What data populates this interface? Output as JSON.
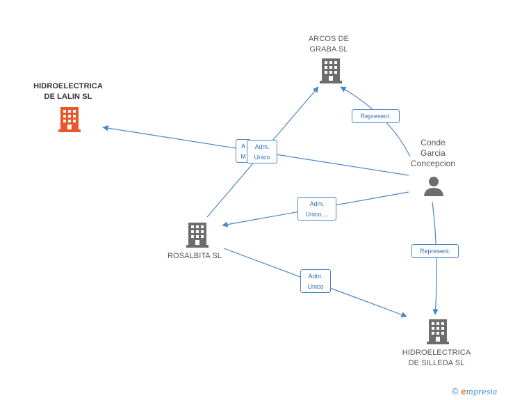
{
  "nodes": {
    "hidroelectrica_lalin": {
      "label": "HIDROELECTRICA\nDE LALIN SL",
      "type": "company",
      "color": "#e8582a"
    },
    "arcos_graba": {
      "label": "ARCOS DE\nGRABA SL",
      "type": "company",
      "color": "#6d6d6d"
    },
    "conde_garcia": {
      "label": "Conde\nGarcia\nConcepcion",
      "type": "person",
      "color": "#6d6d6d"
    },
    "rosalbita": {
      "label": "ROSALBITA  SL",
      "type": "company",
      "color": "#6d6d6d"
    },
    "hidroelectrica_silleda": {
      "label": "HIDROELECTRICA\nDE SILLEDA SL",
      "type": "company",
      "color": "#6d6d6d"
    }
  },
  "edges": {
    "conde_to_lalin": {
      "label": "A\nM",
      "from": "conde_garcia",
      "to": "hidroelectrica_lalin"
    },
    "rosalbita_to_arcos": {
      "label": "Adm.\nUnico",
      "from": "rosalbita",
      "to": "arcos_graba"
    },
    "conde_to_arcos": {
      "label": "Represent.",
      "from": "conde_garcia",
      "to": "arcos_graba"
    },
    "conde_to_rosalbita": {
      "label": "Adm.\nUnico,...",
      "from": "conde_garcia",
      "to": "rosalbita"
    },
    "conde_to_silleda": {
      "label": "Represent.",
      "from": "conde_garcia",
      "to": "hidroelectrica_silleda"
    },
    "rosalbita_to_silleda": {
      "label": "Adm.\nUnico",
      "from": "rosalbita",
      "to": "hidroelectrica_silleda"
    }
  },
  "colors": {
    "edge": "#4a86c8",
    "badge_text": "#2f6fb5"
  },
  "footer": {
    "copyright": "©",
    "brand_initial": "e",
    "brand_rest": "mpresia"
  }
}
